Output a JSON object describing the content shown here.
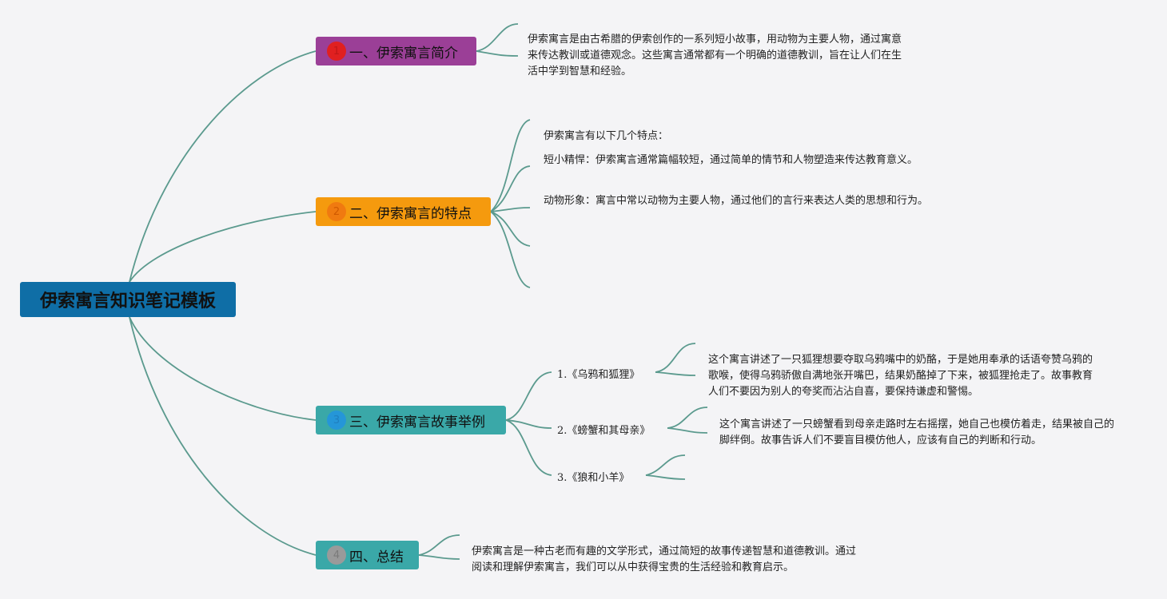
{
  "root": {
    "title": "伊索寓言知识笔记模板"
  },
  "colors": {
    "root_bg": "#0f6ea6",
    "line": "#5b9a8e",
    "branch1_bg": "#9b3f97",
    "branch2_bg": "#f59a0e",
    "branch3_bg": "#3aa8a8",
    "branch4_bg": "#3aa8a8",
    "badge1": "#e02020",
    "badge2": "#f07a10",
    "badge3": "#2596d8",
    "badge4": "#9a9a9a"
  },
  "branches": [
    {
      "number": "1",
      "label": "一、伊索寓言简介",
      "text": "伊索寓言是由古希腊的伊索创作的一系列短小故事，用动物为主要人物，通过寓意来传达教训或道德观念。这些寓言通常都有一个明确的道德教训，旨在让人们在生活中学到智慧和经验。"
    },
    {
      "number": "2",
      "label": "二、伊索寓言的特点",
      "items": [
        "伊索寓言有以下几个特点：",
        "短小精悍：伊索寓言通常篇幅较短，通过简单的情节和人物塑造来传达教育意义。",
        "动物形象：寓言中常以动物为主要人物，通过他们的言行来表达人类的思想和行为。"
      ]
    },
    {
      "number": "3",
      "label": "三、伊索寓言故事举例",
      "stories": [
        {
          "title": "1.《乌鸦和狐狸》",
          "text": "这个寓言讲述了一只狐狸想要夺取乌鸦嘴中的奶酪，于是她用奉承的话语夸赞乌鸦的歌喉，使得乌鸦骄傲自满地张开嘴巴，结果奶酪掉了下来，被狐狸抢走了。故事教育人们不要因为别人的夸奖而沾沾自喜，要保持谦虚和警惕。"
        },
        {
          "title": "2.《螃蟹和其母亲》",
          "text": "这个寓言讲述了一只螃蟹看到母亲走路时左右摇摆，她自己也模仿着走，结果被自己的脚绊倒。故事告诉人们不要盲目模仿他人，应该有自己的判断和行动。"
        },
        {
          "title": "3.《狼和小羊》"
        }
      ]
    },
    {
      "number": "4",
      "label": "四、总结",
      "text": "伊索寓言是一种古老而有趣的文学形式，通过简短的故事传递智慧和道德教训。通过阅读和理解伊索寓言，我们可以从中获得宝贵的生活经验和教育启示。"
    }
  ]
}
